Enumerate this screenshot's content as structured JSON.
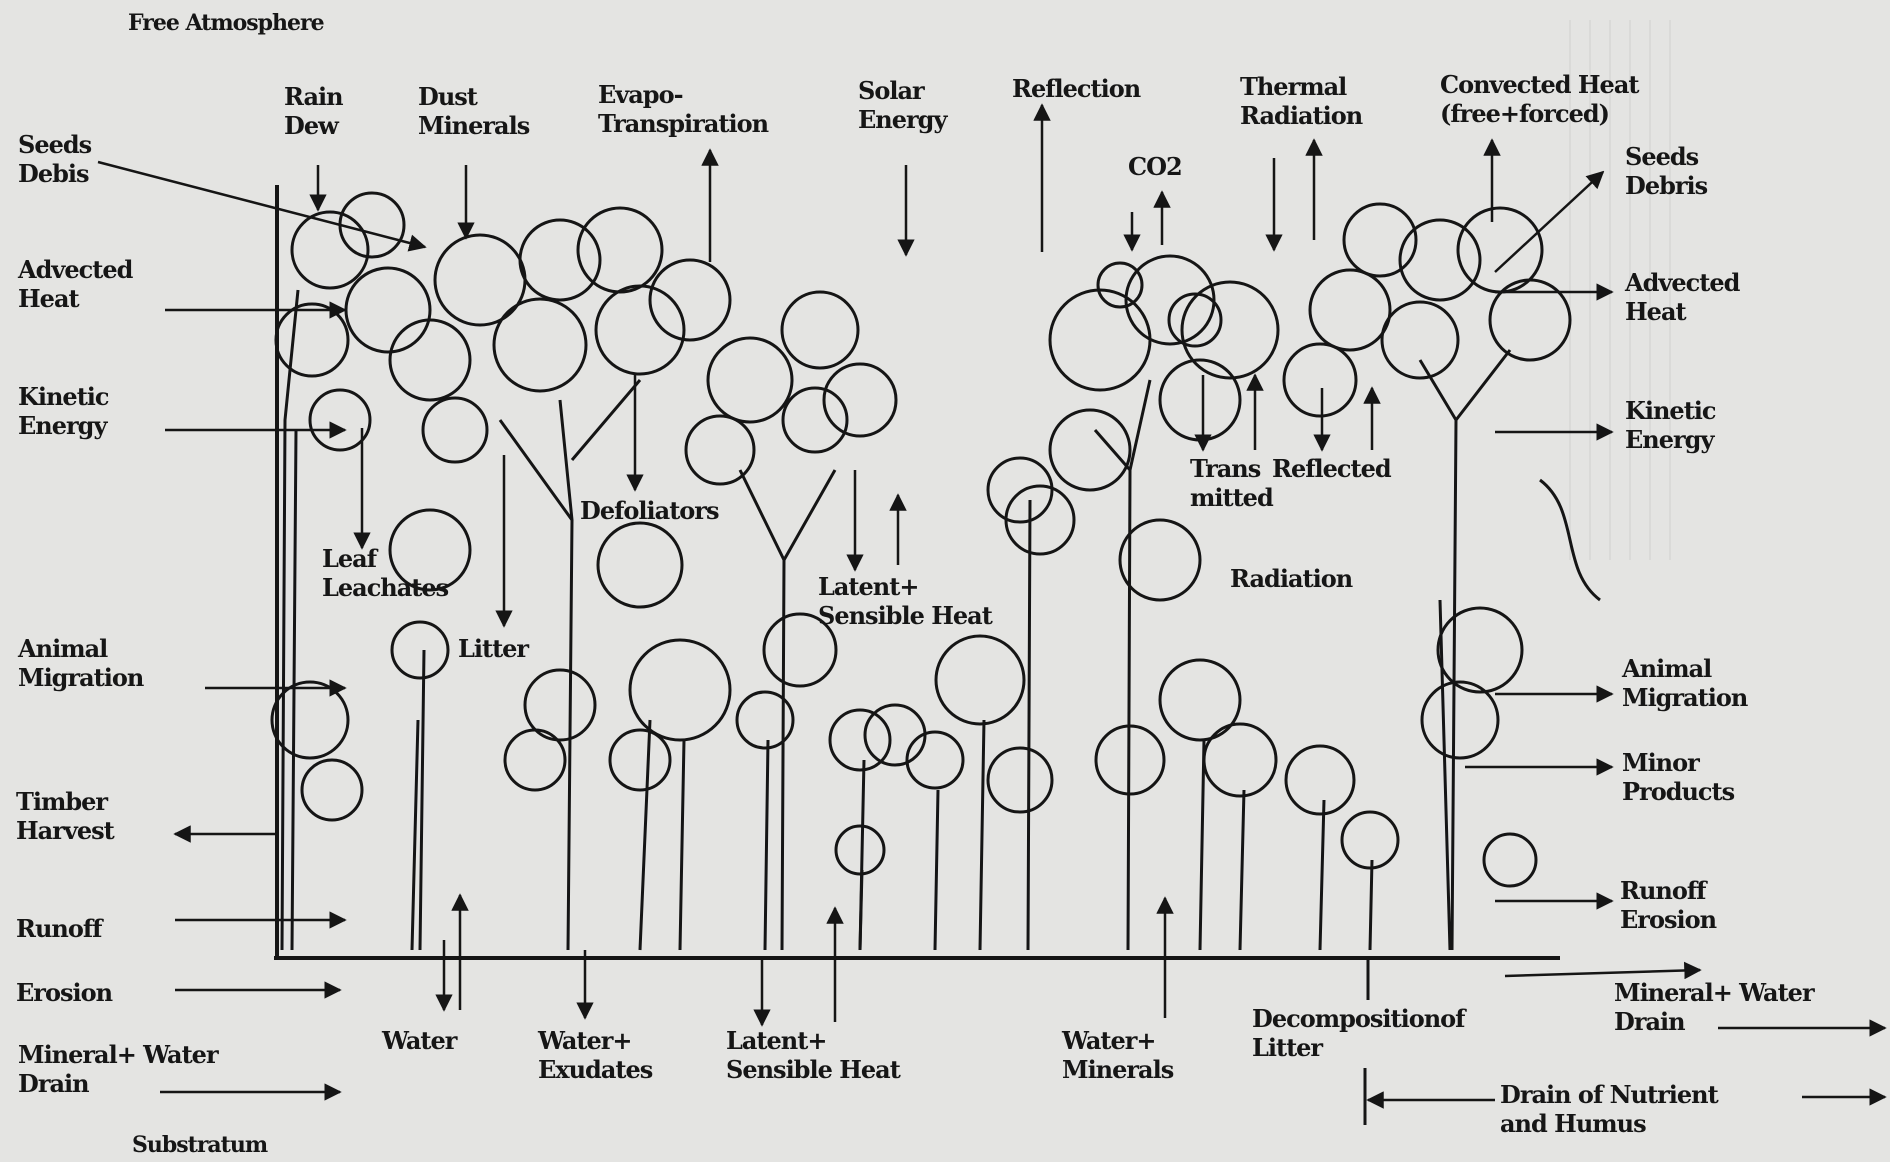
{
  "diagram": {
    "top_label": "Free Atmosphere",
    "bottom_label": "Substratum",
    "left_inputs": [
      {
        "id": "seeds",
        "lines": [
          "Seeds",
          "Debis"
        ]
      },
      {
        "id": "advected",
        "lines": [
          "Advected",
          "Heat"
        ]
      },
      {
        "id": "kinetic",
        "lines": [
          "Kinetic",
          "Energy"
        ]
      },
      {
        "id": "animal",
        "lines": [
          "Animal",
          "Migration"
        ]
      },
      {
        "id": "timber",
        "lines": [
          "Timber",
          "Harvest"
        ]
      },
      {
        "id": "runoff",
        "lines": [
          "Runoff"
        ]
      },
      {
        "id": "erosion",
        "lines": [
          "Erosion"
        ]
      },
      {
        "id": "mineral",
        "lines": [
          "Mineral+ Water",
          "Drain"
        ]
      }
    ],
    "top_flows": [
      {
        "id": "rain",
        "lines": [
          "Rain",
          "Dew"
        ]
      },
      {
        "id": "dust",
        "lines": [
          "Dust",
          "Minerals"
        ]
      },
      {
        "id": "evapo",
        "lines": [
          "Evapo-",
          "Transpiration"
        ]
      },
      {
        "id": "solar",
        "lines": [
          "Solar",
          "Energy"
        ]
      },
      {
        "id": "reflection",
        "lines": [
          "Reflection"
        ]
      },
      {
        "id": "thermal",
        "lines": [
          "Thermal",
          "Radiation"
        ]
      },
      {
        "id": "convected",
        "lines": [
          "Convected Heat",
          "(free+forced)"
        ]
      }
    ],
    "right_outputs": [
      {
        "id": "seeds",
        "lines": [
          "Seeds",
          "Debris"
        ]
      },
      {
        "id": "advected",
        "lines": [
          "Advected",
          "Heat"
        ]
      },
      {
        "id": "kinetic",
        "lines": [
          "Kinetic",
          "Energy"
        ]
      },
      {
        "id": "animal",
        "lines": [
          "Animal",
          "Migration"
        ]
      },
      {
        "id": "minor",
        "lines": [
          "Minor",
          "Products"
        ]
      },
      {
        "id": "runoff",
        "lines": [
          "Runoff",
          "Erosion"
        ]
      },
      {
        "id": "mineral",
        "lines": [
          "Mineral+ Water",
          "Drain"
        ]
      }
    ],
    "inner_labels": {
      "co2": "CO2",
      "trans": [
        "Trans",
        "mitted"
      ],
      "reflected": "Reflected",
      "radiation": "Radiation",
      "leaf": [
        "Leaf",
        "Leachates"
      ],
      "litter": "Litter",
      "defoliators": "Defoliators",
      "latent_inner": [
        "Latent+",
        "Sensible Heat"
      ]
    },
    "bottom_labels": {
      "water": "Water",
      "water_exudates": [
        "Water+",
        "Exudates"
      ],
      "latent_bottom": [
        "Latent+",
        "Sensible Heat"
      ],
      "water_minerals": [
        "Water+",
        "Minerals"
      ],
      "decomposition": [
        "Decompositionof",
        "Litter"
      ],
      "drain_nutrient": [
        "Drain of Nutrient",
        "and Humus"
      ]
    }
  }
}
